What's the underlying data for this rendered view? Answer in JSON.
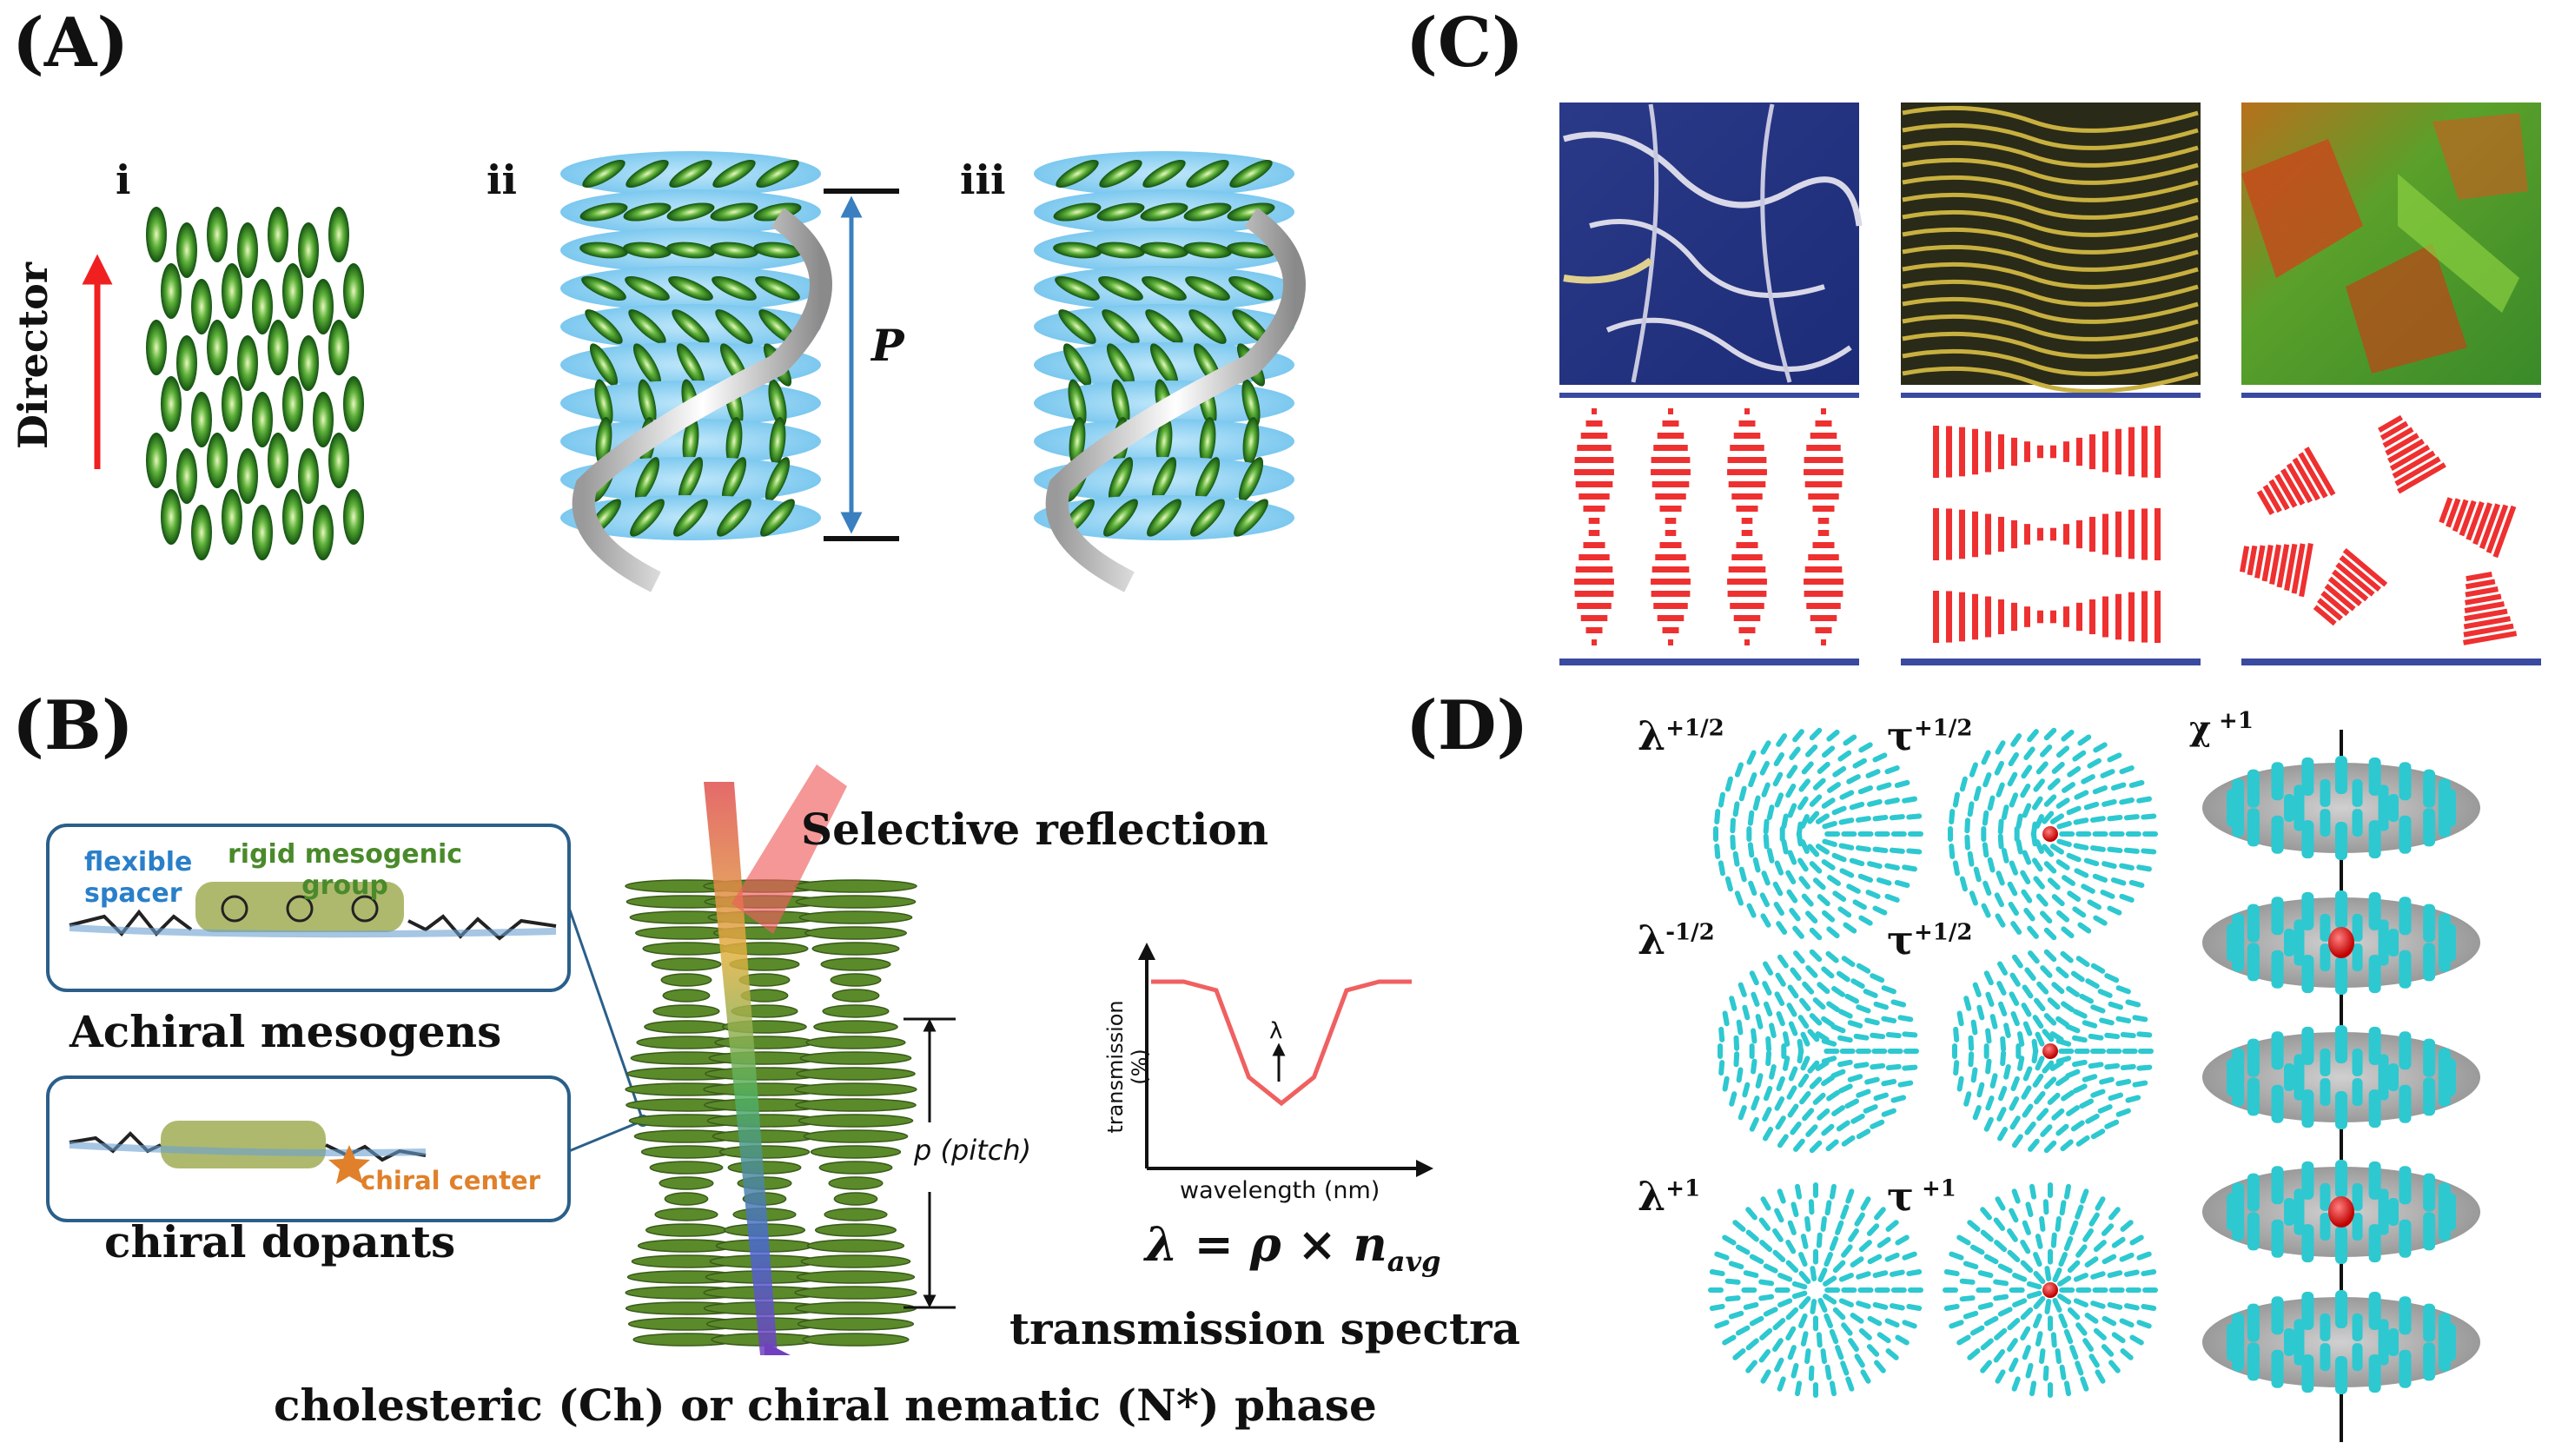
{
  "panels": {
    "a": {
      "label": "(A)",
      "sub_i": "i",
      "sub_ii": "ii",
      "sub_iii": "iii",
      "director": "Director",
      "pitch_symbol": "P"
    },
    "b": {
      "label": "(B)",
      "flexible_spacer": "flexible\nspacer",
      "rigid_group": "rigid mesogenic\ngroup",
      "achiral": "Achiral mesogens",
      "chiral_center": "chiral center",
      "chiral_dopants": "chiral dopants",
      "selective_reflection": "Selective reflection",
      "pitch": "p (pitch)",
      "y_axis": "transmission (%)",
      "x_axis": "wavelength (nm)",
      "lambda": "λ",
      "equation": "λ = ρ × n",
      "equation_sub": "avg",
      "spectra_caption": "transmission spectra",
      "phase_caption": "cholesteric (Ch) or chiral nematic (N*) phase"
    },
    "c": {
      "label": "(C)"
    },
    "d": {
      "label": "(D)",
      "lambda_p_half": "λ",
      "lambda_p_half_sup": "+1/2",
      "tau_p_half_1": "τ",
      "tau_p_half_1_sup": "+1/2",
      "lambda_m_half": "λ",
      "lambda_m_half_sup": "-1/2",
      "tau_p_half_2": "τ",
      "tau_p_half_2_sup": "+1/2",
      "lambda_p1": "λ",
      "lambda_p1_sup": "+1",
      "tau_p1": "τ",
      "tau_p1_sup": " +1",
      "chi_p1": "χ",
      "chi_p1_sup": " +1"
    }
  },
  "chart_data": {
    "type": "line",
    "title": "",
    "xlabel": "wavelength (nm)",
    "ylabel": "transmission (%)",
    "series": [
      {
        "values": [
          95,
          95,
          90,
          40,
          25,
          40,
          90,
          95,
          95
        ]
      }
    ]
  },
  "colors": {
    "mesogen_green": "#3f9a2a",
    "blue_disc": "#8fd0f0",
    "red_arrow": "#f02020",
    "pitch_arrow": "#3a7fc0",
    "curve_red": "#f06060",
    "defect_red": "#ee3030",
    "cyan_rod": "#2ec8d0"
  }
}
